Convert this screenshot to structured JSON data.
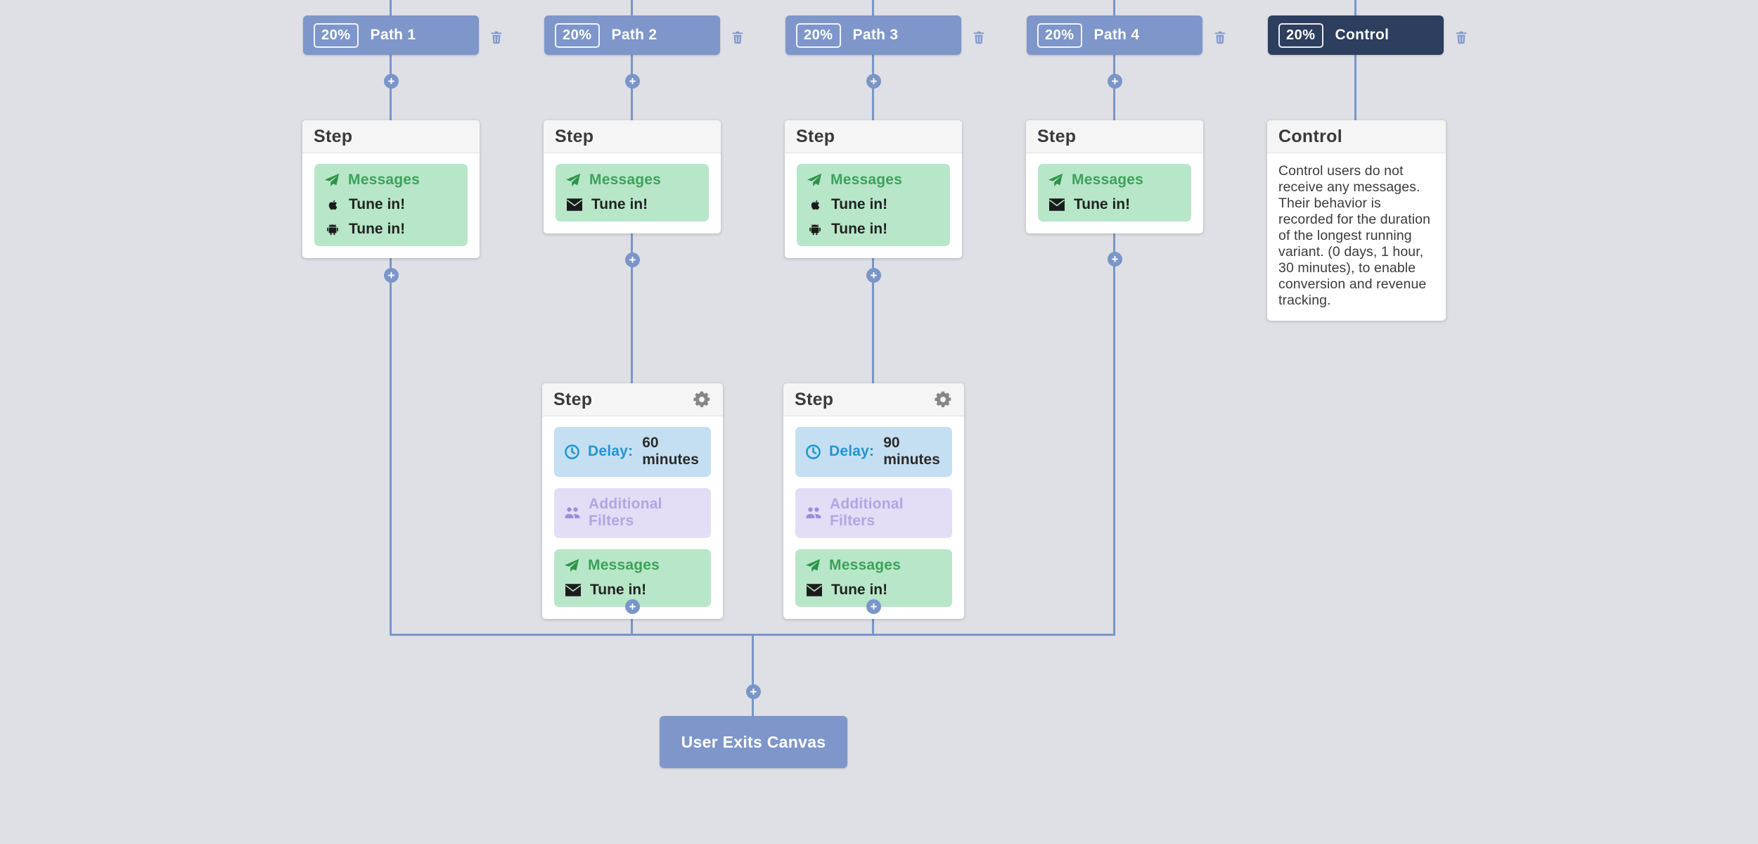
{
  "colors": {
    "canvas_background": "#dee0e5",
    "connector": "#7a95c9",
    "path_header_blue": "#7e96ca",
    "control_header_navy": "#2d3e5e",
    "messages_green_bg": "#b7e7c8",
    "messages_green_text": "#3da15a",
    "delay_blue_bg": "#c5dff2",
    "delay_blue_text": "#2196d3",
    "filters_purple_bg": "#e3ddf6",
    "filters_purple_text": "#b1a6e2"
  },
  "icons": {
    "trash": "trash-icon",
    "gear": "gear-icon",
    "send": "send-icon",
    "apple": "apple-icon",
    "android": "android-icon",
    "envelope": "envelope-icon",
    "clock": "clock-icon",
    "users": "users-icon",
    "plus": "plus-icon"
  },
  "paths": [
    {
      "percent": "20%",
      "label": "Path 1"
    },
    {
      "percent": "20%",
      "label": "Path 2"
    },
    {
      "percent": "20%",
      "label": "Path 3"
    },
    {
      "percent": "20%",
      "label": "Path 4"
    },
    {
      "percent": "20%",
      "label": "Control"
    }
  ],
  "labels": {
    "step_title": "Step",
    "control_title": "Control",
    "messages": "Messages",
    "tune_in": "Tune in!",
    "delay": "Delay:",
    "additional_filters": "Additional Filters",
    "exit": "User Exits Canvas"
  },
  "delays": {
    "path2": "60 minutes",
    "path3": "90 minutes"
  },
  "control_body": "Control users do not receive any messages. Their behavior is recorded for the duration of the longest running variant. (0 days, 1 hour, 30 minutes), to enable conversion and revenue tracking."
}
